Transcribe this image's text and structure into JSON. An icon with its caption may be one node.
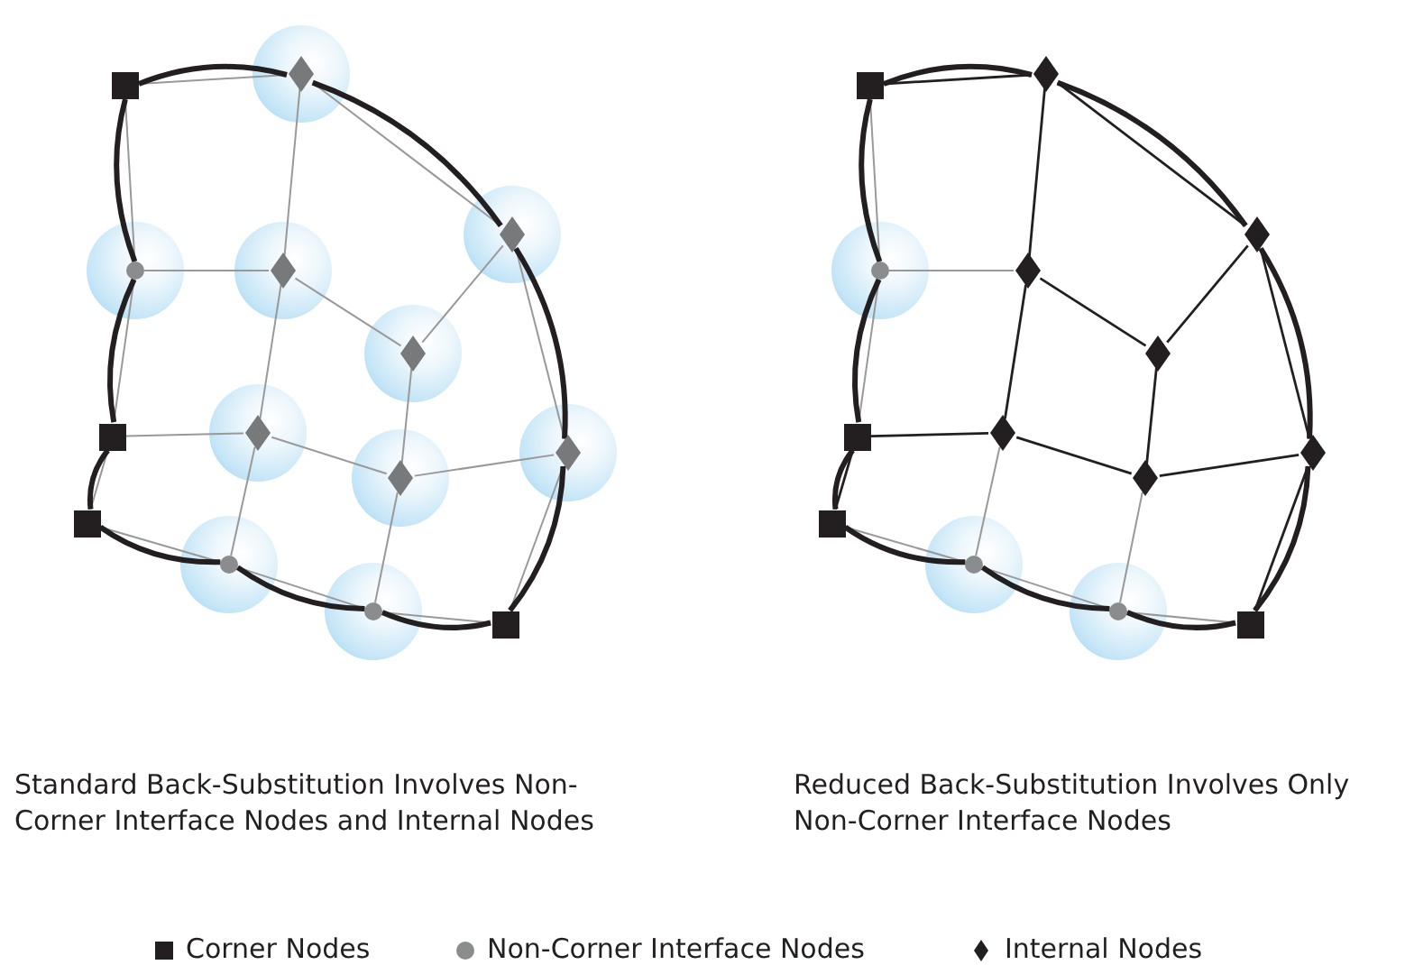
{
  "diagram": {
    "nodes": [
      {
        "text": [],
        "shape": "box"
      },
      {
        "text": [],
        "shape": "diamond"
      },
      {
        "text": [],
        "shape": "circle"
      },
      {
        "text": [],
        "shape": "diamond"
      },
      {
        "text": [],
        "shape": "diamond"
      },
      {
        "text": [],
        "shape": "diamond"
      },
      {
        "text": [],
        "shape": "box"
      },
      {
        "text": [],
        "shape": "diamond"
      },
      {
        "text": [],
        "shape": "diamond"
      },
      {
        "text": [],
        "shape": "diamond"
      },
      {
        "text": [],
        "shape": "box"
      },
      {
        "text": [],
        "shape": "circle"
      },
      {
        "text": [],
        "shape": "circle"
      },
      {
        "text": [],
        "shape": "box"
      },
      {
        "text": [],
        "shape": "box"
      },
      {
        "text": [],
        "shape": "diamond"
      },
      {
        "text": [],
        "shape": "circle"
      },
      {
        "text": [],
        "shape": "diamond"
      },
      {
        "text": [],
        "shape": "diamond"
      },
      {
        "text": [],
        "shape": "diamond"
      },
      {
        "text": [],
        "shape": "box"
      },
      {
        "text": [],
        "shape": "diamond"
      },
      {
        "text": [],
        "shape": "diamond"
      },
      {
        "text": [],
        "shape": "diamond"
      },
      {
        "text": [],
        "shape": "box"
      },
      {
        "text": [],
        "shape": "circle"
      },
      {
        "text": [],
        "shape": "circle"
      },
      {
        "text": [],
        "shape": "box"
      }
    ],
    "edges": [
      {
        "from": 0,
        "to": 1,
        "arrow": "none",
        "color": "#999999"
      },
      {
        "from": 0,
        "to": 2,
        "arrow": "none",
        "color": "#999999"
      },
      {
        "from": 1,
        "to": 3,
        "arrow": "none",
        "color": "#999999"
      },
      {
        "from": 1,
        "to": 4,
        "arrow": "none",
        "color": "#999999"
      },
      {
        "from": 2,
        "to": 3,
        "arrow": "none",
        "color": "#999999"
      },
      {
        "from": 3,
        "to": 5,
        "arrow": "none",
        "color": "#999999"
      },
      {
        "from": 4,
        "to": 5,
        "arrow": "none",
        "color": "#999999"
      },
      {
        "from": 4,
        "to": 9,
        "arrow": "none",
        "color": "#999999"
      },
      {
        "from": 2,
        "to": 6,
        "arrow": "none",
        "color": "#999999"
      },
      {
        "from": 6,
        "to": 7,
        "arrow": "none",
        "color": "#999999"
      },
      {
        "from": 3,
        "to": 7,
        "arrow": "none",
        "color": "#999999"
      },
      {
        "from": 5,
        "to": 8,
        "arrow": "none",
        "color": "#999999"
      },
      {
        "from": 7,
        "to": 8,
        "arrow": "none",
        "color": "#999999"
      },
      {
        "from": 8,
        "to": 9,
        "arrow": "none",
        "color": "#999999"
      },
      {
        "from": 6,
        "to": 10,
        "arrow": "none",
        "color": "#999999"
      },
      {
        "from": 7,
        "to": 11,
        "arrow": "none",
        "color": "#999999"
      },
      {
        "from": 8,
        "to": 12,
        "arrow": "none",
        "color": "#999999"
      },
      {
        "from": 10,
        "to": 11,
        "arrow": "none",
        "color": "#999999"
      },
      {
        "from": 11,
        "to": 12,
        "arrow": "none",
        "color": "#999999"
      },
      {
        "from": 12,
        "to": 13,
        "arrow": "none",
        "color": "#999999"
      },
      {
        "from": 9,
        "to": 13,
        "arrow": "none",
        "color": "#999999"
      },
      {
        "from": 0,
        "to": 1,
        "arrow": "none",
        "style": "thick"
      },
      {
        "from": 1,
        "to": 4,
        "arrow": "none",
        "style": "thick"
      },
      {
        "from": 4,
        "to": 9,
        "arrow": "none",
        "style": "thick"
      },
      {
        "from": 9,
        "to": 13,
        "arrow": "none",
        "style": "thick"
      },
      {
        "from": 13,
        "to": 12,
        "arrow": "none",
        "style": "thick"
      },
      {
        "from": 12,
        "to": 11,
        "arrow": "none",
        "style": "thick"
      },
      {
        "from": 11,
        "to": 10,
        "arrow": "none",
        "style": "thick"
      },
      {
        "from": 10,
        "to": 6,
        "arrow": "none",
        "style": "thick"
      },
      {
        "from": 6,
        "to": 2,
        "arrow": "none",
        "style": "thick"
      },
      {
        "from": 2,
        "to": 0,
        "arrow": "none",
        "style": "thick"
      },
      {
        "from": 14,
        "to": 15,
        "arrow": "none"
      },
      {
        "from": 14,
        "to": 16,
        "arrow": "none",
        "color": "#999999"
      },
      {
        "from": 15,
        "to": 17,
        "arrow": "none"
      },
      {
        "from": 15,
        "to": 18,
        "arrow": "none"
      },
      {
        "from": 16,
        "to": 17,
        "arrow": "none",
        "color": "#999999"
      },
      {
        "from": 17,
        "to": 19,
        "arrow": "none"
      },
      {
        "from": 18,
        "to": 19,
        "arrow": "none"
      },
      {
        "from": 18,
        "to": 23,
        "arrow": "none"
      },
      {
        "from": 16,
        "to": 20,
        "arrow": "none",
        "color": "#999999"
      },
      {
        "from": 20,
        "to": 21,
        "arrow": "none"
      },
      {
        "from": 17,
        "to": 21,
        "arrow": "none"
      },
      {
        "from": 19,
        "to": 22,
        "arrow": "none"
      },
      {
        "from": 21,
        "to": 22,
        "arrow": "none"
      },
      {
        "from": 22,
        "to": 23,
        "arrow": "none"
      },
      {
        "from": 20,
        "to": 24,
        "arrow": "none"
      },
      {
        "from": 21,
        "to": 25,
        "arrow": "none",
        "color": "#999999"
      },
      {
        "from": 22,
        "to": 26,
        "arrow": "none",
        "color": "#999999"
      },
      {
        "from": 24,
        "to": 25,
        "arrow": "none",
        "color": "#999999"
      },
      {
        "from": 25,
        "to": 26,
        "arrow": "none",
        "color": "#999999"
      },
      {
        "from": 26,
        "to": 27,
        "arrow": "none",
        "color": "#999999"
      },
      {
        "from": 23,
        "to": 27,
        "arrow": "none"
      },
      {
        "from": 14,
        "to": 15,
        "arrow": "none",
        "style": "thick"
      },
      {
        "from": 15,
        "to": 18,
        "arrow": "none",
        "style": "thick"
      },
      {
        "from": 18,
        "to": 23,
        "arrow": "none",
        "style": "thick"
      },
      {
        "from": 23,
        "to": 27,
        "arrow": "none",
        "style": "thick"
      },
      {
        "from": 27,
        "to": 26,
        "arrow": "none",
        "style": "thick"
      },
      {
        "from": 26,
        "to": 25,
        "arrow": "none",
        "style": "thick"
      },
      {
        "from": 25,
        "to": 24,
        "arrow": "none",
        "style": "thick"
      },
      {
        "from": 24,
        "to": 20,
        "arrow": "none",
        "style": "thick"
      },
      {
        "from": 20,
        "to": 16,
        "arrow": "none",
        "style": "thick"
      },
      {
        "from": 16,
        "to": 14,
        "arrow": "none",
        "style": "thick"
      }
    ],
    "labels": [
      "Standard Back-Substitution Involves Non-Corner Interface Nodes and Internal Nodes",
      "Reduced Back-Substitution Involves Only Non-Corner Interface Nodes"
    ],
    "legend": [
      {
        "text": "Corner Nodes"
      },
      {
        "text": "Non-Corner Interface Nodes"
      },
      {
        "text": "Internal Nodes"
      }
    ]
  }
}
